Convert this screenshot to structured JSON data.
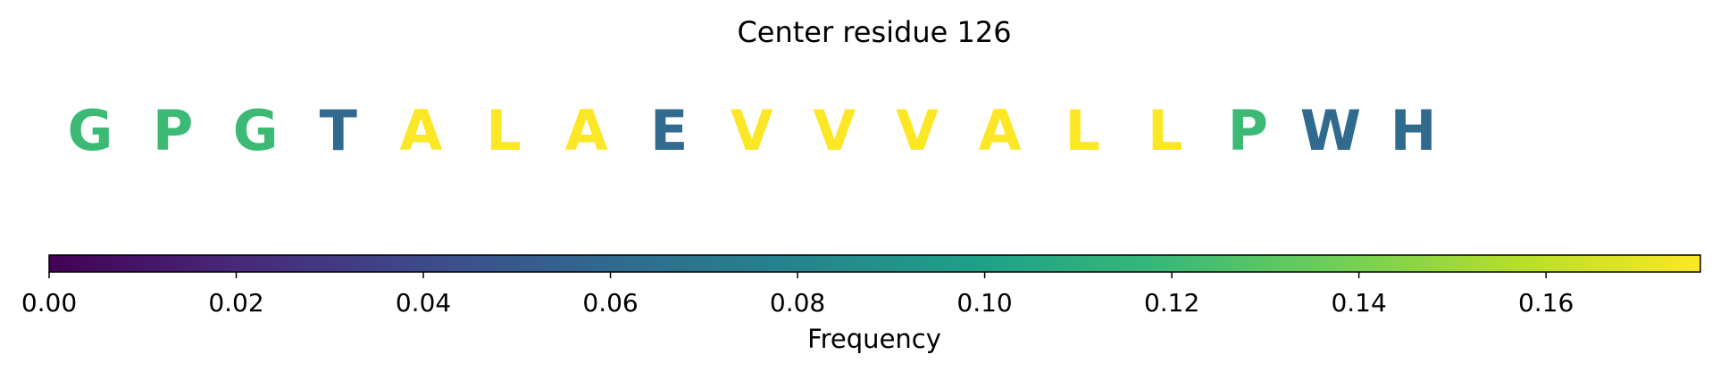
{
  "chart_data": {
    "type": "heatmap",
    "title": "Center residue 126",
    "sequence": [
      {
        "residue": "G",
        "frequency": 0.12
      },
      {
        "residue": "P",
        "frequency": 0.12
      },
      {
        "residue": "G",
        "frequency": 0.12
      },
      {
        "residue": "T",
        "frequency": 0.06
      },
      {
        "residue": "A",
        "frequency": 0.176
      },
      {
        "residue": "L",
        "frequency": 0.176
      },
      {
        "residue": "A",
        "frequency": 0.176
      },
      {
        "residue": "E",
        "frequency": 0.06
      },
      {
        "residue": "V",
        "frequency": 0.176
      },
      {
        "residue": "V",
        "frequency": 0.176
      },
      {
        "residue": "V",
        "frequency": 0.176
      },
      {
        "residue": "A",
        "frequency": 0.176
      },
      {
        "residue": "L",
        "frequency": 0.176
      },
      {
        "residue": "L",
        "frequency": 0.176
      },
      {
        "residue": "P",
        "frequency": 0.12
      },
      {
        "residue": "W",
        "frequency": 0.06
      },
      {
        "residue": "H",
        "frequency": 0.06
      }
    ],
    "colorbar": {
      "label": "Frequency",
      "range": [
        0,
        0.1765
      ],
      "ticks": [
        0.0,
        0.02,
        0.04,
        0.06,
        0.08,
        0.1,
        0.12,
        0.14,
        0.16
      ],
      "tick_labels": [
        "0.00",
        "0.02",
        "0.04",
        "0.06",
        "0.08",
        "0.10",
        "0.12",
        "0.14",
        "0.16"
      ],
      "colormap": "viridis",
      "colormap_stops": [
        "#440154",
        "#482878",
        "#3e4989",
        "#31688e",
        "#26828e",
        "#1f9e89",
        "#35b779",
        "#6ece58",
        "#b5de2b",
        "#fde725"
      ]
    }
  }
}
